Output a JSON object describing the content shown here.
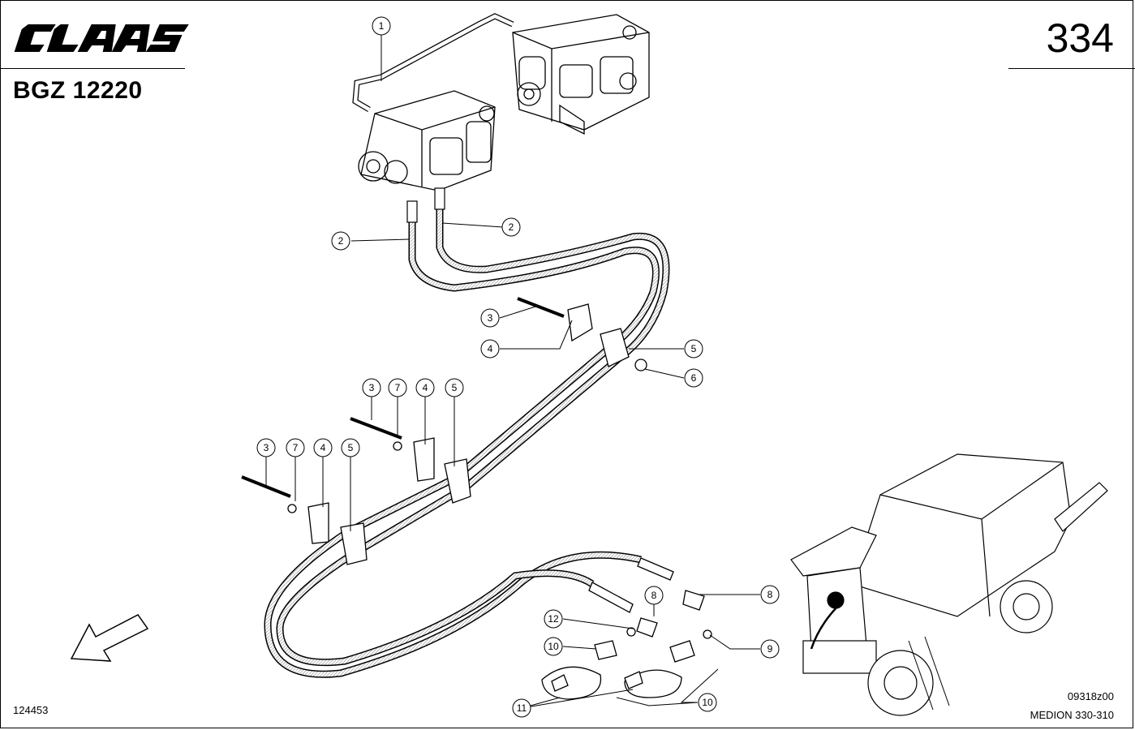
{
  "header": {
    "brand": "CLAAS",
    "document_code": "BGZ 12220",
    "page_number": "334"
  },
  "footer": {
    "drawing_id": "124453",
    "drawing_ref": "09318z00",
    "model": "MEDION 330-310"
  },
  "callouts": [
    "1",
    "2",
    "2",
    "3",
    "4",
    "5",
    "6",
    "3",
    "7",
    "4",
    "5",
    "3",
    "7",
    "4",
    "5",
    "8",
    "12",
    "9",
    "10",
    "10",
    "11",
    "8"
  ]
}
